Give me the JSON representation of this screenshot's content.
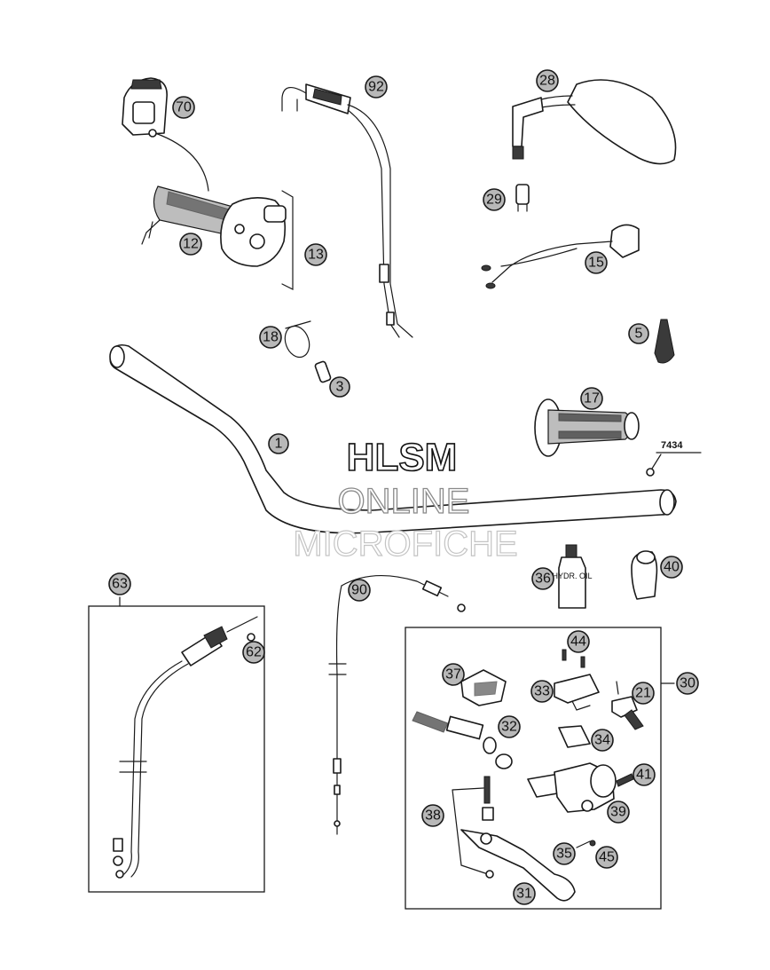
{
  "watermark": {
    "line1": "HLSM",
    "line2": "ONLINE",
    "line3": "MICROFICHE"
  },
  "reference_number": "7434",
  "oil_bottle_text": "HYDR. OIL",
  "callouts": [
    "1",
    "3",
    "5",
    "12",
    "13",
    "15",
    "17",
    "18",
    "21",
    "28",
    "29",
    "30",
    "31",
    "32",
    "33",
    "34",
    "35",
    "36",
    "37",
    "38",
    "39",
    "40",
    "41",
    "44",
    "45",
    "62",
    "63",
    "70",
    "90",
    "92"
  ],
  "colors": {
    "line": "#1a1a1a",
    "bubble_fill": "#b8b8b8",
    "background": "#ffffff"
  }
}
